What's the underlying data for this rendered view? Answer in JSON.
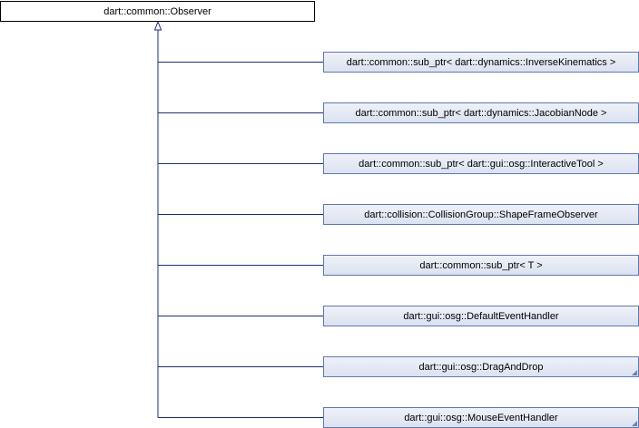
{
  "diagram": {
    "type": "inheritance-graph",
    "line_color": "#1c2f73",
    "node_fill": "#e8ecf5",
    "node_border": "#5e78b2",
    "root": {
      "label": "dart::common::Observer"
    },
    "children": [
      {
        "label": "dart::common::sub_ptr< dart::dynamics::InverseKinematics >",
        "has_more": false
      },
      {
        "label": "dart::common::sub_ptr< dart::dynamics::JacobianNode >",
        "has_more": false
      },
      {
        "label": "dart::common::sub_ptr< dart::gui::osg::InteractiveTool >",
        "has_more": false
      },
      {
        "label": "dart::collision::CollisionGroup::ShapeFrameObserver",
        "has_more": false
      },
      {
        "label": "dart::common::sub_ptr< T >",
        "has_more": false
      },
      {
        "label": "dart::gui::osg::DefaultEventHandler",
        "has_more": false
      },
      {
        "label": "dart::gui::osg::DragAndDrop",
        "has_more": true
      },
      {
        "label": "dart::gui::osg::MouseEventHandler",
        "has_more": true
      }
    ]
  }
}
